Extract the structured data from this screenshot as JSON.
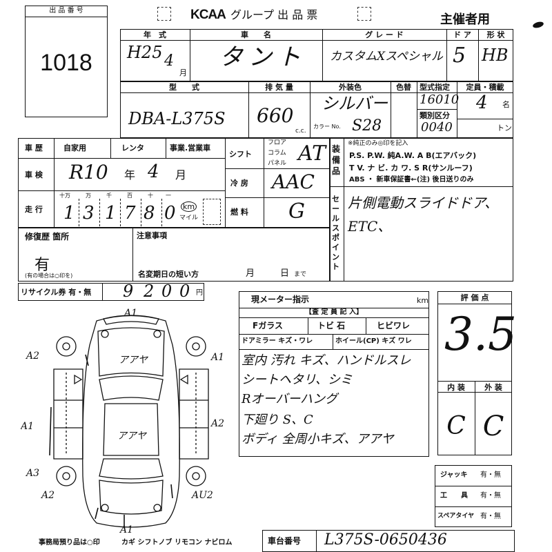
{
  "header": {
    "lot_label": "出 品 番 号",
    "lot_number": "1018",
    "brand": "KCAA",
    "title_rest": "グループ 出 品 票",
    "organizer": "主催者用"
  },
  "row1": {
    "year_label": "年　式",
    "name_label": "車　　名",
    "grade_label": "グ レ ー ド",
    "doors_label": "ド ア",
    "shape_label": "形 状",
    "year_value": "H25",
    "month_value": "4",
    "month_unit": "月",
    "car_name": "タント",
    "grade": "カスタムXスペシャル",
    "doors": "5",
    "shape": "HB"
  },
  "row2": {
    "model_label": "型　　式",
    "disp_label": "排 気 量",
    "color_label": "外装色",
    "color_change_label": "色替",
    "model_spec_label": "型式指定",
    "category_label": "類別区分",
    "capacity_label": "定員・積載",
    "model_value": "DBA-L375S",
    "disp_value": "660",
    "cc_unit": "c.c.",
    "color_value": "シルバー",
    "color_no_label": "カラー No.",
    "color_no_value": "S28",
    "model_spec_value": "16010",
    "category_value": "0040",
    "capacity_value": "4",
    "capacity_unit": "名",
    "load_unit": "トン"
  },
  "history": {
    "label": "車 歴",
    "opt1": "自家用",
    "opt2": "レンタ",
    "opt3": "事業.営業車",
    "inspection_label": "車 検",
    "inspection_era": "R10",
    "inspection_year_unit": "年",
    "inspection_month": "4",
    "inspection_month_unit": "月",
    "mileage_label": "走 行",
    "digit_headers": [
      "十万",
      "万",
      "千",
      "百",
      "十",
      "一"
    ],
    "mileage_digits": [
      "1",
      "3",
      "1",
      "7",
      "8",
      "0"
    ],
    "km_label": "km",
    "mile_label": "マイル"
  },
  "mid": {
    "shift_label": "シフト",
    "shift_opts": [
      "フロア",
      "コラム",
      "パネル"
    ],
    "shift_value": "AT",
    "ac_label": "冷 房",
    "ac_value": "AAC",
    "fuel_label": "燃 料",
    "fuel_value": "G"
  },
  "equipment": {
    "label": "装備品",
    "note": "※純正のみ◎印を記入",
    "line1": "P.S. P.W. 純A.W. A B(エアバック)",
    "line2": "T V. ナ ビ. カ ワ. S R(サンルーフ)",
    "line3": "ABS ・ 新車保証書←(注) 後日送りのみ",
    "sales_label": "セールスポイント",
    "sales1": "片側電動スライドドア、",
    "sales2": "ETC、"
  },
  "repair": {
    "label": "修復歴 箇所",
    "value": "有",
    "note": "(有の場合は○印を)",
    "caution_label": "注意事項",
    "deadline_label": "名変期日の短い方",
    "month_unit": "月",
    "day_unit": "日",
    "made": "まで"
  },
  "recycle": {
    "label": "リサイクル券 有・無",
    "digits": [
      "9",
      "2",
      "0",
      "0"
    ],
    "unit": "円"
  },
  "inspector": {
    "meter_label": "現メーター指示",
    "km": "km",
    "section_label": "【査 定 員 記 入】",
    "fglass": "Fガラス",
    "tobi": "トビ 石",
    "hibi": "ヒビワレ",
    "mirror": "ドアミラー キズ・ワレ",
    "wheel": "ホイール(CP) キズ ワレ",
    "notes": [
      "室内 汚れ キズ、ハンドルスレ",
      "シートヘタリ、シミ",
      "Rオーバーハング",
      "下廻り S、C",
      "ボディ 全周小キズ、アアヤ"
    ]
  },
  "score": {
    "label": "評 価 点",
    "value": "3.5",
    "interior_label": "内 装",
    "exterior_label": "外 装",
    "interior_value": "C",
    "exterior_value": "C"
  },
  "tools": {
    "jack": "ジャッキ",
    "tool": "工　　具",
    "spare": "スペアタイヤ",
    "yesno": "有・無"
  },
  "footer": {
    "deposit": "事務局預り品は○印",
    "items": "カギ シフトノブ リモコン ナビロム",
    "chassis_label": "車台番号",
    "chassis_value": "L375S-0650436"
  },
  "diagram": {
    "labels": [
      "A1",
      "A2",
      "A1",
      "A1",
      "A2",
      "A3",
      "A2",
      "AU2",
      "A1",
      "アアヤ",
      "アアヤ"
    ]
  }
}
